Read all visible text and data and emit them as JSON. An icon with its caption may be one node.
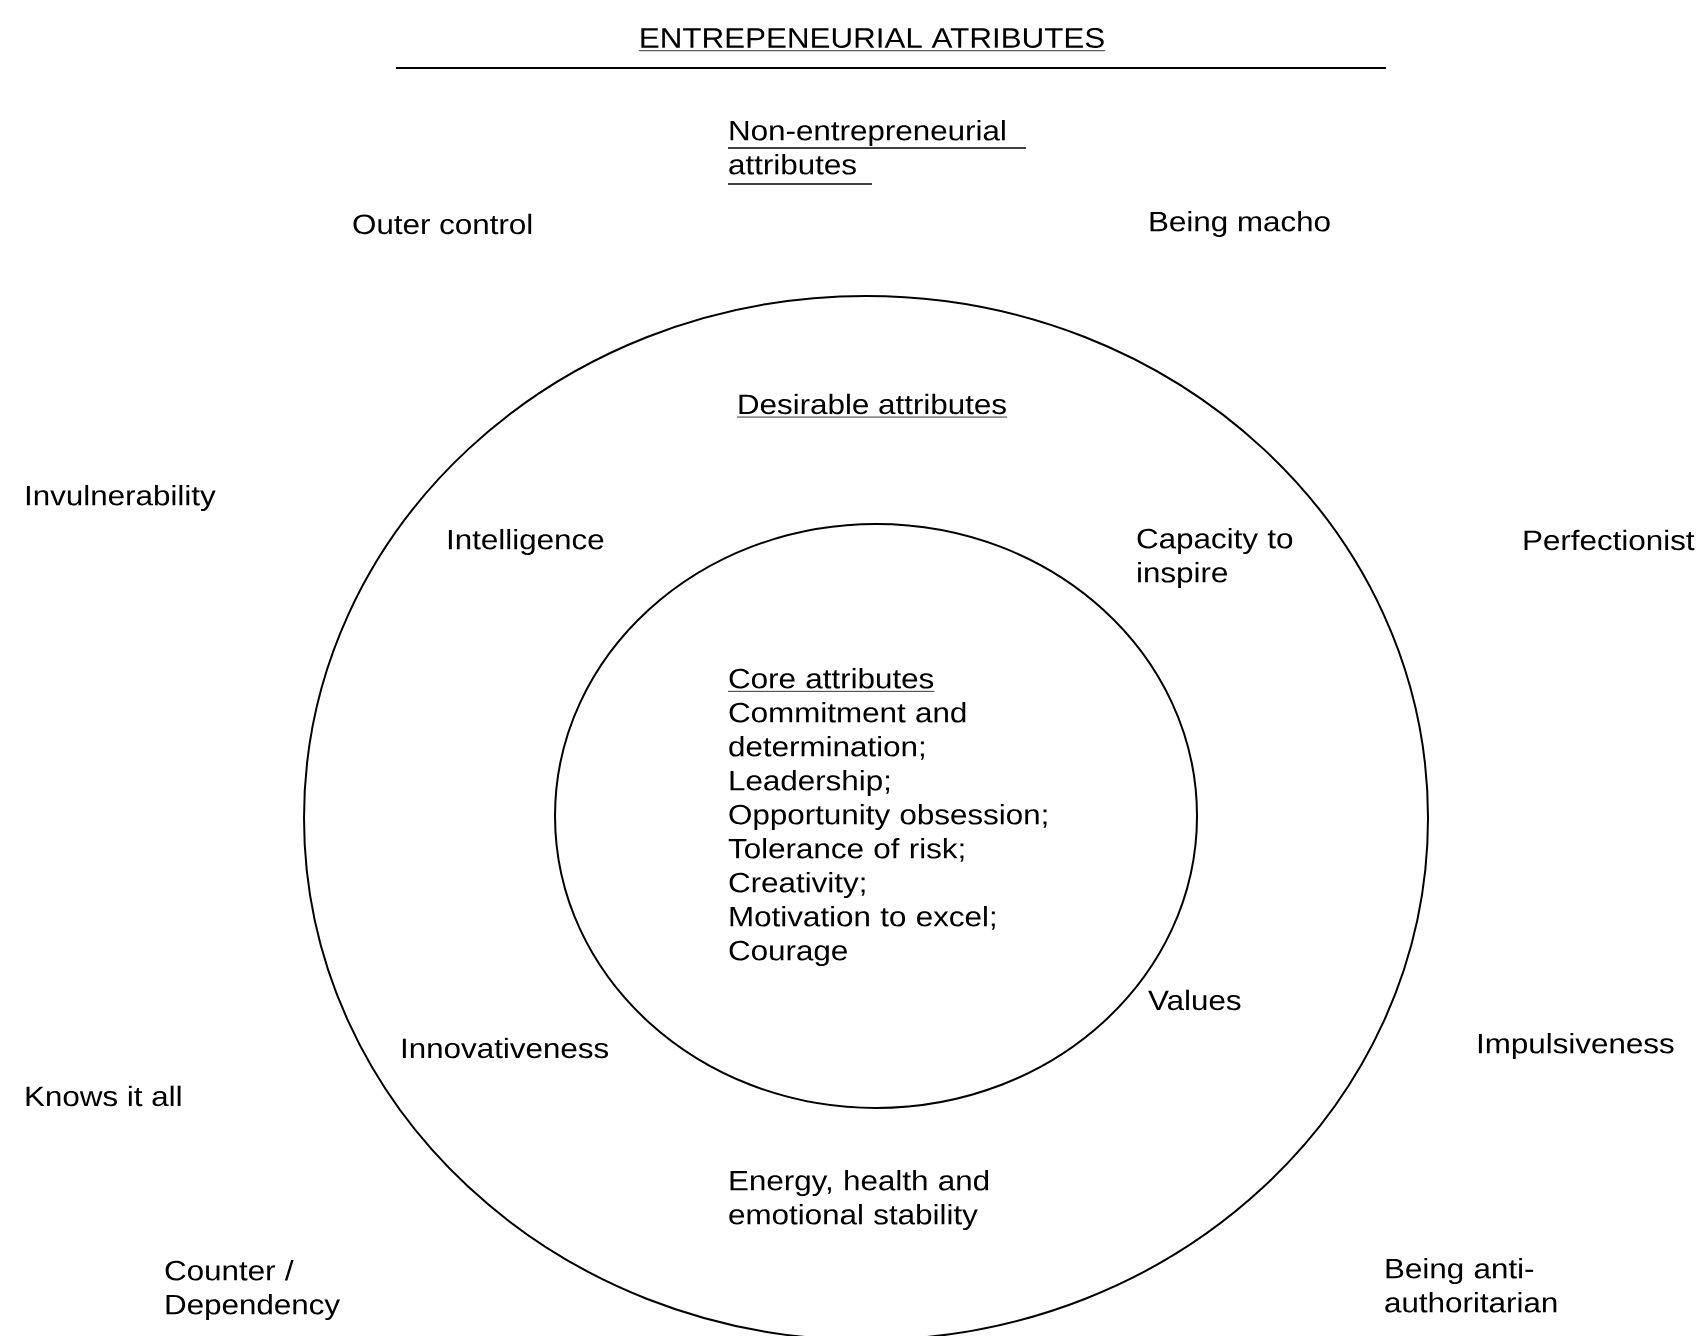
{
  "diagram": {
    "title": "ENTREPENEURIAL ATRIBUTES",
    "nodes": [
      {
        "text": [
          "Desirable attributes",
          "Intelligence",
          "Capacity to inspire",
          "Innovativeness",
          "Values",
          "Energy, health and emotional stability"
        ]
      },
      {
        "text": [
          "Core attributes",
          "Commitment and determination;",
          "Leadership;",
          "Opportunity obsession;",
          "Tolerance of risk;",
          "Creativity;",
          "Motivation to excel;",
          "Courage"
        ],
        "in": 0
      }
    ],
    "labels": [
      "Non-entrepreneurial attributes",
      "Outer control",
      "Being macho",
      "Invulnerability",
      "Perfectionist",
      "Impulsiveness",
      "Knows it all",
      "Counter / Dependency",
      "Being anti-authoritarian"
    ]
  }
}
